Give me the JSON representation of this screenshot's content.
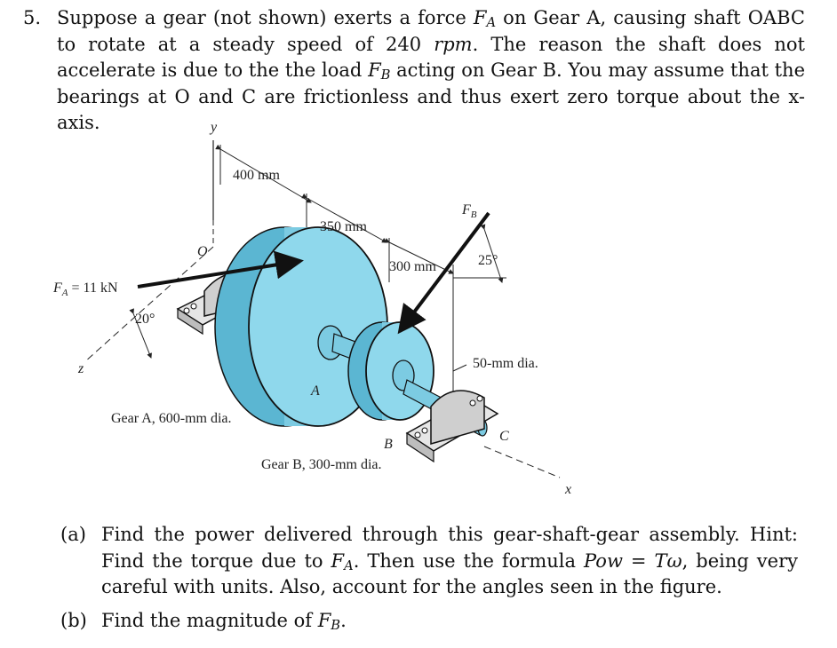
{
  "problem": {
    "number": "5.",
    "parts": [
      {
        "t": "text",
        "v": "Suppose a gear (not shown) exerts a force "
      },
      {
        "t": "math",
        "v": "F",
        "sub": "A"
      },
      {
        "t": "text",
        "v": " on Gear A, causing shaft OABC to rotate at a steady speed of 240 "
      },
      {
        "t": "math",
        "v": "rpm"
      },
      {
        "t": "text",
        "v": ". The reason the shaft does not accelerate is due to the the load "
      },
      {
        "t": "math",
        "v": "F",
        "sub": "B"
      },
      {
        "t": "text",
        "v": " acting on Gear B. You may assume that the bearings at O and C are frictionless and thus exert zero torque about the x-axis."
      }
    ]
  },
  "figure": {
    "axis_y": "y",
    "axis_z": "z",
    "axis_x": "x",
    "point_o": "O",
    "point_a": "A",
    "point_b": "B",
    "point_c": "C",
    "dim_400": "400 mm",
    "dim_350": "350 mm",
    "dim_300": "300 mm",
    "force_a": "F",
    "force_a_sub": "A",
    "force_a_value": " = 11 kN",
    "force_b": "F",
    "force_b_sub": "B",
    "angle_20": "20°",
    "angle_25": "25°",
    "shaft_dia": "50-mm dia.",
    "gear_a_caption": "Gear A, 600-mm dia.",
    "gear_b_caption": "Gear B, 300-mm dia."
  },
  "questions": [
    {
      "label": "(a)",
      "parts": [
        {
          "t": "text",
          "v": "Find the power delivered through this gear-shaft-gear assembly. Hint: Find the torque due to "
        },
        {
          "t": "math",
          "v": "F",
          "sub": "A"
        },
        {
          "t": "text",
          "v": ". Then use the formula "
        },
        {
          "t": "math",
          "v": "Pow"
        },
        {
          "t": "text",
          "v": " = "
        },
        {
          "t": "math",
          "v": "Tω"
        },
        {
          "t": "text",
          "v": ", being very careful with units. Also, account for the angles seen in the figure."
        }
      ]
    },
    {
      "label": "(b)",
      "parts": [
        {
          "t": "text",
          "v": "Find the magnitude of "
        },
        {
          "t": "math",
          "v": "F",
          "sub": "B"
        },
        {
          "t": "text",
          "v": "."
        }
      ]
    }
  ],
  "colors": {
    "gear": "#8fd8ec",
    "gear_dark": "#5bb6d2",
    "bearing": "#d6d6d6",
    "ink": "#111111"
  }
}
